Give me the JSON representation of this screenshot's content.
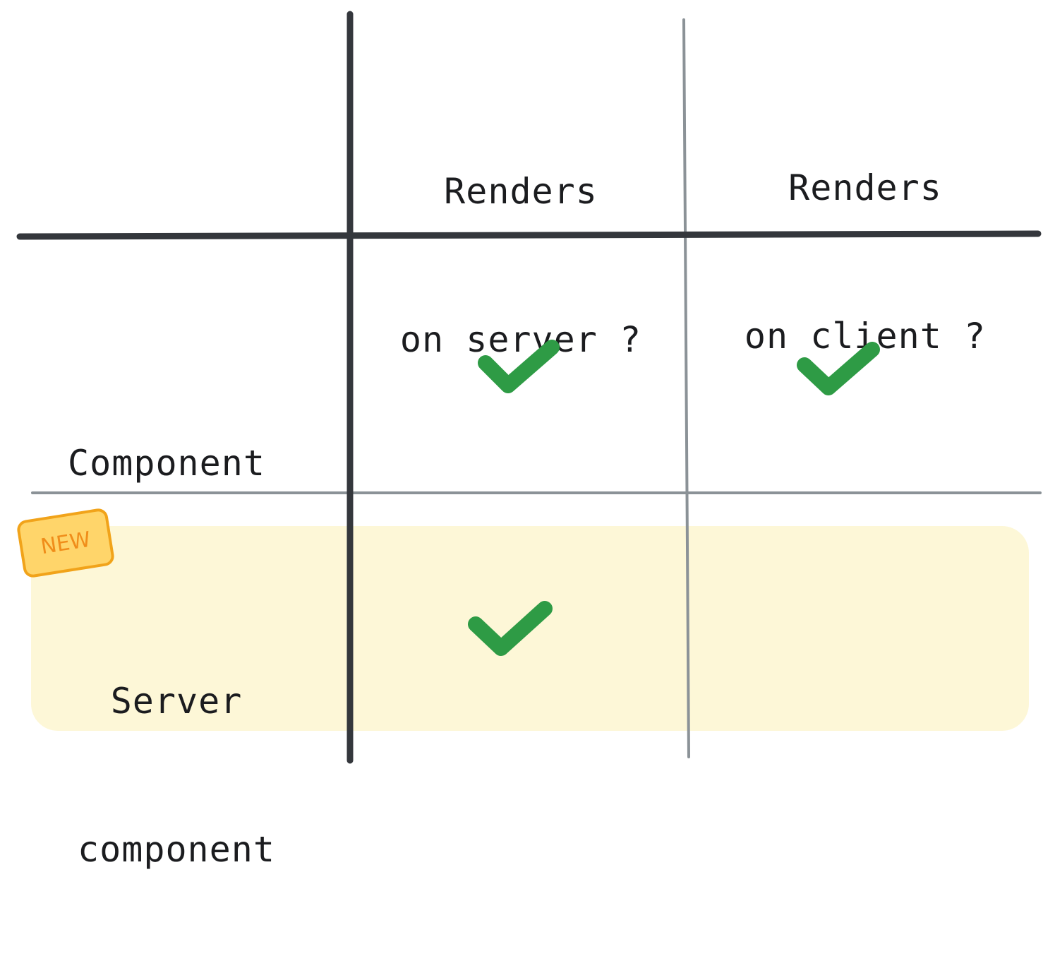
{
  "table": {
    "columns": [
      {
        "line1": "Renders",
        "line2": "on server ?"
      },
      {
        "line1": "Renders",
        "line2": "on client ?"
      }
    ],
    "rows": [
      {
        "line1": "Component",
        "line2": "",
        "server": true,
        "client": true,
        "badge": ""
      },
      {
        "line1": "Server",
        "line2": "component",
        "server": true,
        "client": false,
        "badge": "NEW"
      }
    ]
  },
  "colors": {
    "check": "#2e9b45",
    "thick_line": "#34373c",
    "thin_line": "#8b9297",
    "highlight": "#fdf7d7",
    "badge_fill": "#ffd56a",
    "badge_border": "#f1a31a",
    "badge_text": "#f08d1a"
  },
  "icons": {
    "check": "check-icon"
  }
}
